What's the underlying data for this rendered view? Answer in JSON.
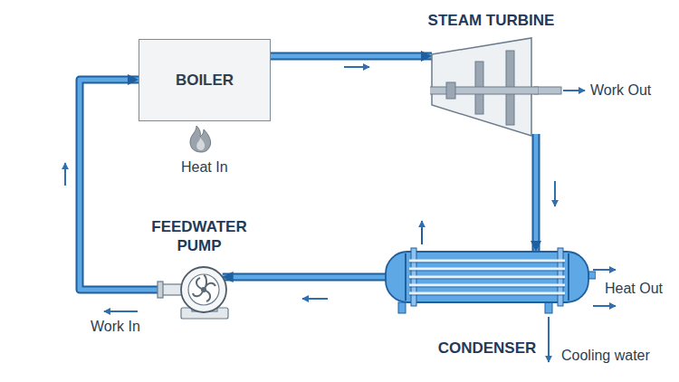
{
  "diagram": {
    "nodes": [
      {
        "text": [
          "BOILER"
        ]
      },
      {
        "text": [
          "STEAM TURBINE"
        ]
      },
      {
        "text": [
          "FEEDWATER PUMP"
        ]
      },
      {
        "text": [
          "CONDENSER"
        ]
      }
    ],
    "edges": [
      {
        "from": 0,
        "to": 1,
        "arrow": "to"
      },
      {
        "from": 1,
        "to": 3,
        "arrow": "to"
      },
      {
        "from": 3,
        "to": 2,
        "arrow": "to"
      },
      {
        "from": 2,
        "to": 0,
        "arrow": "to"
      }
    ],
    "labels": [
      "Heat In",
      "Work Out",
      "Heat Out",
      "Cooling water",
      "Work In"
    ]
  }
}
